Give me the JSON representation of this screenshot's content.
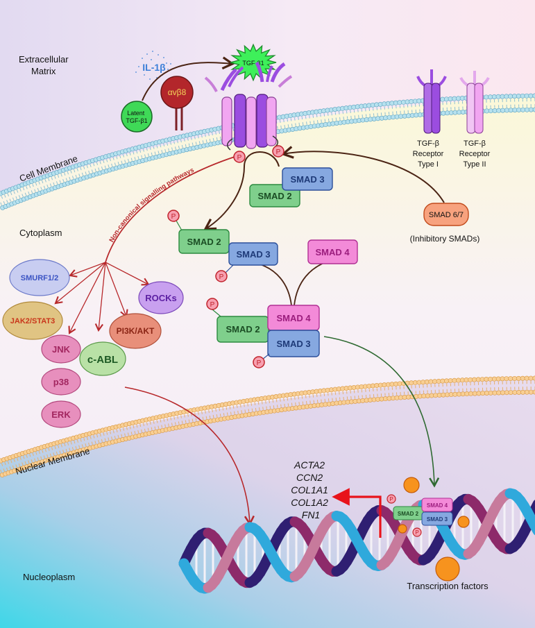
{
  "compartments": {
    "extracellular": "Extracellular\nMatrix",
    "cell_membrane": "Cell Membrane",
    "cytoplasm": "Cytoplasm",
    "nuclear_membrane": "Nuclear Membrane",
    "nucleoplasm": "Nucleoplasm"
  },
  "ligands": {
    "il1b": "IL-1β",
    "tgfb1": "TGF-β1",
    "latent": "Latent\nTGF-β1",
    "integrin": "αvβ8"
  },
  "legend": {
    "type1": "TGF-β\nReceptor\nType I",
    "type2": "TGF-β\nReceptor\nType II"
  },
  "phospho": "P",
  "smads": {
    "smad2": "SMAD 2",
    "smad3": "SMAD 3",
    "smad4": "SMAD 4",
    "smad67": "SMAD 6/7",
    "inhibitory": "(Inhibitory SMADs)"
  },
  "pathway_label": "Non-canonical signalling pathways",
  "noncanonical": [
    "SMURF1/2",
    "JAK2/STAT3",
    "JNK",
    "p38",
    "ERK",
    "c-ABL",
    "PI3K/AKT",
    "ROCKs"
  ],
  "genes": [
    "ACTA2",
    "CCN2",
    "COL1A1",
    "COL1A2",
    "FN1"
  ],
  "transcription_factors": "Transcription factors",
  "colors": {
    "smad2": "#7fcf8c",
    "smad3": "#86a8e0",
    "smad4": "#f38ad8",
    "smad67": "#f7a27e",
    "phospho": "#f7a0b0",
    "receptor1": "#9b4de0",
    "receptor2": "#f1a6f1"
  }
}
